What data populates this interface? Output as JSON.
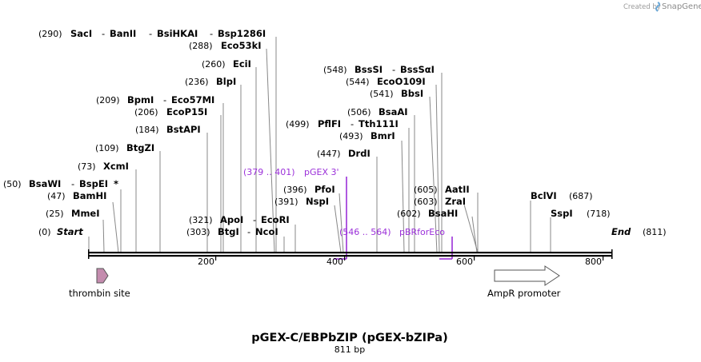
{
  "credit": {
    "prefix": "Created by",
    "brand": "SnapGene"
  },
  "map": {
    "title": "pGEX-C/EBPbZIP (pGEX-bZIPa)",
    "length_label": "811 bp",
    "start_label": "Start",
    "start_pos": "(0)",
    "end_label": "End",
    "end_pos": "(811)",
    "ticks": [
      "200",
      "400",
      "600",
      "800"
    ]
  },
  "sites": [
    {
      "pos": "(290)",
      "names": [
        "SacI",
        "BanII",
        "BsiHKAI",
        "Bsp1286I"
      ]
    },
    {
      "pos": "(288)",
      "names": [
        "Eco53kI"
      ]
    },
    {
      "pos": "(260)",
      "names": [
        "EciI"
      ]
    },
    {
      "pos": "(236)",
      "names": [
        "BlpI"
      ]
    },
    {
      "pos": "(209)",
      "names": [
        "BpmI",
        "Eco57MI"
      ]
    },
    {
      "pos": "(206)",
      "names": [
        "EcoP15I"
      ]
    },
    {
      "pos": "(184)",
      "names": [
        "BstAPI"
      ]
    },
    {
      "pos": "(109)",
      "names": [
        "BtgZI"
      ]
    },
    {
      "pos": "(73)",
      "names": [
        "XcmI"
      ]
    },
    {
      "pos": "(50)",
      "names": [
        "BsaWI",
        "BspEI"
      ],
      "mark": "*"
    },
    {
      "pos": "(47)",
      "names": [
        "BamHI"
      ]
    },
    {
      "pos": "(25)",
      "names": [
        "MmeI"
      ]
    },
    {
      "pos": "(548)",
      "names": [
        "BssSI",
        "BssSαI"
      ]
    },
    {
      "pos": "(544)",
      "names": [
        "EcoO109I"
      ]
    },
    {
      "pos": "(541)",
      "names": [
        "BbsI"
      ]
    },
    {
      "pos": "(506)",
      "names": [
        "BsaAI"
      ]
    },
    {
      "pos": "(499)",
      "names": [
        "PflFI",
        "Tth111I"
      ]
    },
    {
      "pos": "(493)",
      "names": [
        "BmrI"
      ]
    },
    {
      "pos": "(447)",
      "names": [
        "DrdI"
      ]
    },
    {
      "pos": "(396)",
      "names": [
        "PfoI"
      ]
    },
    {
      "pos": "(391)",
      "names": [
        "NspI"
      ]
    },
    {
      "pos": "(321)",
      "names": [
        "ApoI",
        "EcoRI"
      ]
    },
    {
      "pos": "(303)",
      "names": [
        "BtgI",
        "NcoI"
      ]
    },
    {
      "pos": "(605)",
      "names": [
        "AatII"
      ]
    },
    {
      "pos": "(603)",
      "names": [
        "ZraI"
      ]
    },
    {
      "pos": "(602)",
      "names": [
        "BsaHI"
      ]
    },
    {
      "pos": "(687)",
      "names": [
        "BclVI"
      ]
    },
    {
      "pos": "(718)",
      "names": [
        "SspI"
      ]
    }
  ],
  "primers": [
    {
      "range": "(379 .. 401)",
      "name": "pGEX 3'"
    },
    {
      "range": "(546 .. 564)",
      "name": "pBRforEco"
    }
  ],
  "features": [
    {
      "name": "thrombin site",
      "color": "#c48cae",
      "direction": "forward"
    },
    {
      "name": "AmpR promoter",
      "color": "#ffffff",
      "direction": "forward"
    }
  ],
  "colors": {
    "primer": "#9b30d9",
    "backbone": "#000000",
    "guide": "#888888"
  }
}
